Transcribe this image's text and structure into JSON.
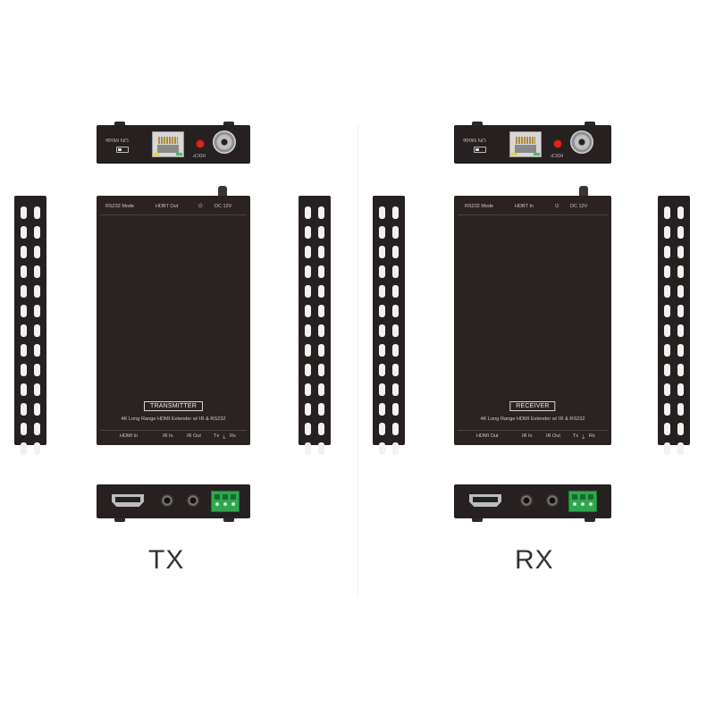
{
  "units": [
    {
      "id": "tx",
      "caption": "TX",
      "box_title": "TRANSMITTER",
      "description": "4K Long Range HDMI Extender w/ IR & RS232",
      "top_labels": [
        "RS232 Mode",
        "HDBT Out",
        "⏻",
        "DC 12V"
      ],
      "bottom_labels": [
        "HDMI In",
        "IR In",
        "IR Out",
        "Tx",
        "⏚",
        "Rx"
      ],
      "rear_switch_label": "ON  Mode",
      "hdcp_label": "HDCP"
    },
    {
      "id": "rx",
      "caption": "RX",
      "box_title": "RECEIVER",
      "description": "4K Long Range HDMI Extender w/ IR & RS232",
      "top_labels": [
        "RS232 Mode",
        "HDBT In",
        "⏻",
        "DC 12V"
      ],
      "bottom_labels": [
        "HDMI Out",
        "IR In",
        "IR Out",
        "Tx",
        "⏚",
        "Rx"
      ],
      "rear_switch_label": "ON  Mode",
      "hdcp_label": "HDCP"
    }
  ],
  "colors": {
    "enclosure": "#262120",
    "power_led": "#e2231a",
    "terminal_block": "#2fa84f",
    "vent": "#f1f1f1"
  }
}
